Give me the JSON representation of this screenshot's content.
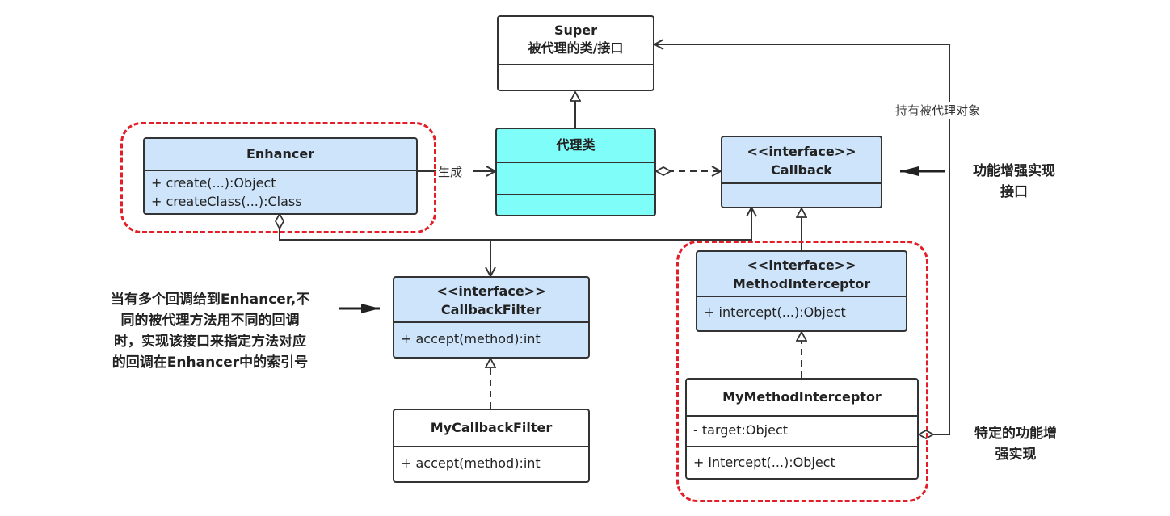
{
  "super": {
    "name": "Super",
    "subtitle": "被代理的类/接口"
  },
  "enhancer": {
    "name": "Enhancer",
    "methods": [
      "+ create(...):Object",
      "+ createClass(...):Class"
    ]
  },
  "proxy": {
    "name": "代理类"
  },
  "callback": {
    "stereotype": "<<interface>>",
    "name": "Callback"
  },
  "callback_filter": {
    "stereotype": "<<interface>>",
    "name": "CallbackFilter",
    "methods": [
      "+ accept(method):int"
    ]
  },
  "my_callback_filter": {
    "name": "MyCallbackFilter",
    "methods": [
      "+ accept(method):int"
    ]
  },
  "method_interceptor": {
    "stereotype": "<<interface>>",
    "name": "MethodInterceptor",
    "methods": [
      "+ intercept(...):Object"
    ]
  },
  "my_method_interceptor": {
    "name": "MyMethodInterceptor",
    "fields": [
      "- target:Object"
    ],
    "methods": [
      "+ intercept(...):Object"
    ]
  },
  "labels": {
    "generate": "生成",
    "hold_target": "持有被代理对象"
  },
  "notes": {
    "callback_note": [
      "功能增强实现",
      "接口"
    ],
    "filter_note": [
      "当有多个回调给到Enhancer,不",
      "同的被代理方法用不同的回调",
      "时，实现该接口来指定方法对应",
      "的回调在Enhancer中的索引号"
    ],
    "interceptor_note": [
      "特定的功能增",
      "强实现"
    ]
  }
}
